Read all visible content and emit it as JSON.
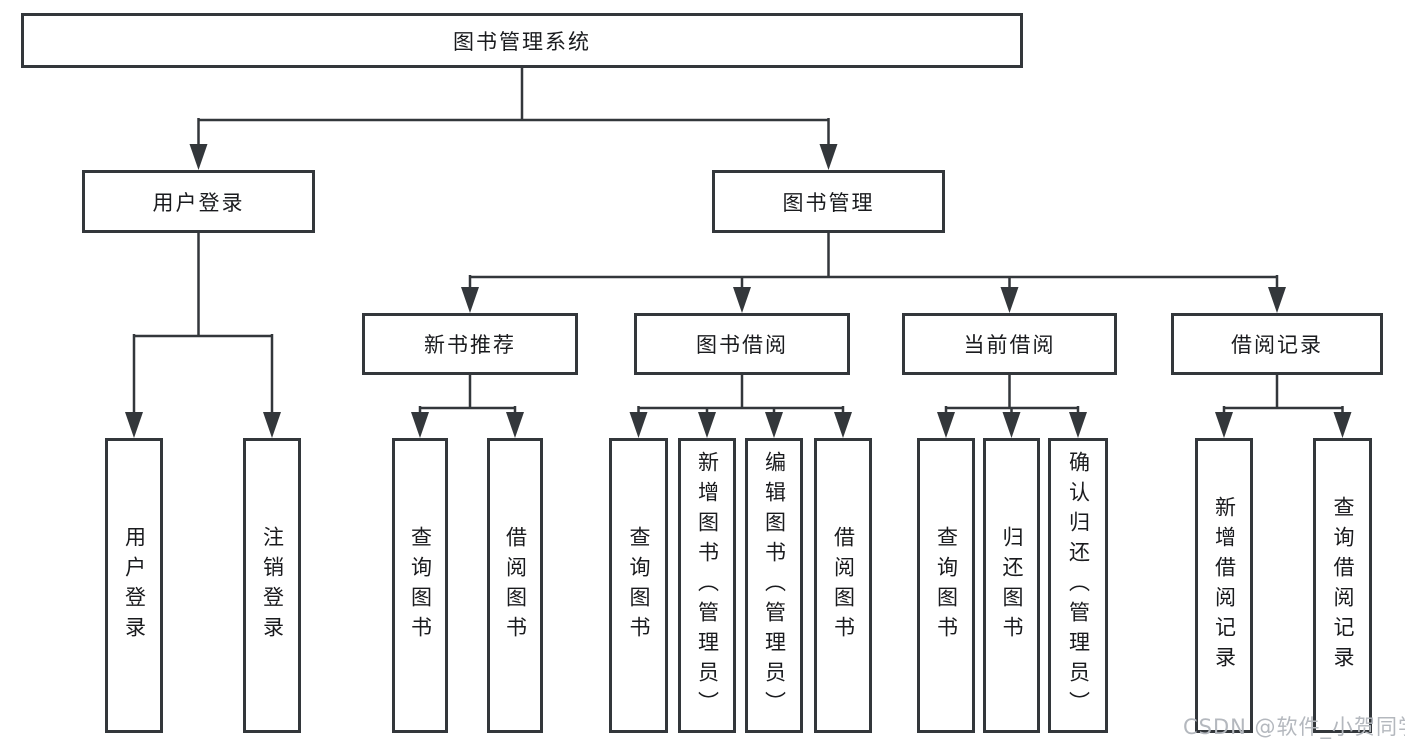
{
  "diagram": {
    "root": {
      "label": "图书管理系统"
    },
    "level2": [
      {
        "label": "用户登录",
        "children": [
          {
            "label": "用户登录"
          },
          {
            "label": "注销登录"
          }
        ]
      },
      {
        "label": "图书管理"
      }
    ],
    "level3": [
      {
        "label": "新书推荐",
        "children": [
          {
            "label": "查询图书"
          },
          {
            "label": "借阅图书"
          }
        ]
      },
      {
        "label": "图书借阅",
        "children": [
          {
            "label": "查询图书"
          },
          {
            "label": "新增图书（管理员）"
          },
          {
            "label": "编辑图书（管理员）"
          },
          {
            "label": "借阅图书"
          }
        ]
      },
      {
        "label": "当前借阅",
        "children": [
          {
            "label": "查询图书"
          },
          {
            "label": "归还图书"
          },
          {
            "label": "确认归还（管理员）"
          }
        ]
      },
      {
        "label": "借阅记录",
        "children": [
          {
            "label": "新增借阅记录"
          },
          {
            "label": "查询借阅记录"
          }
        ]
      }
    ]
  },
  "watermark": "CSDN @软件_小贺同学",
  "colors": {
    "line": "#33373b",
    "text": "#1a1b1e",
    "watermark": "#b4b8be",
    "background": "#ffffff"
  }
}
